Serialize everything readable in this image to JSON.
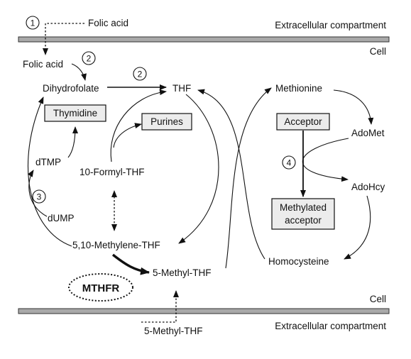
{
  "compartments": {
    "top_outside": "Extracellular compartment",
    "top_inside": "Cell",
    "bottom_inside": "Cell",
    "bottom_outside": "Extracellular compartment"
  },
  "steps": {
    "s1": "1",
    "s2a": "2",
    "s2b": "2",
    "s3": "3",
    "s4": "4"
  },
  "nodes": {
    "folic_acid_ext": "Folic acid",
    "folic_acid": "Folic acid",
    "dihydrofolate": "Dihydrofolate",
    "thf": "THF",
    "methionine": "Methionine",
    "adomet": "AdoMet",
    "adohcy": "AdoHcy",
    "homocysteine": "Homocysteine",
    "formyl_thf": "10-Formyl-THF",
    "methylene_thf": "5,10-Methylene-THF",
    "methyl_thf": "5-Methyl-THF",
    "methyl_thf_ext": "5-Methyl-THF",
    "dtmp": "dTMP",
    "dump": "dUMP"
  },
  "boxes": {
    "thymidine": "Thymidine",
    "purines": "Purines",
    "acceptor": "Acceptor",
    "methylated_line1": "Methylated",
    "methylated_line2": "acceptor"
  },
  "enzyme": {
    "label": "MTHFR"
  }
}
